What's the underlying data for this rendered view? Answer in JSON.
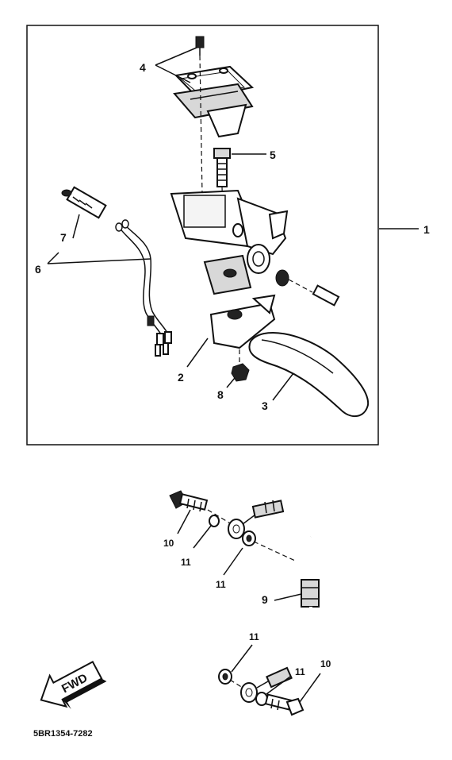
{
  "callouts": {
    "c1": "1",
    "c2": "2",
    "c3": "3",
    "c4": "4",
    "c5": "5",
    "c6": "6",
    "c7": "7",
    "c8": "8",
    "c9": "9",
    "c10a": "10",
    "c10b": "10",
    "c11a": "11",
    "c11b": "11",
    "c11c": "11",
    "c11d": "11"
  },
  "fwd_label": "FWD",
  "drawing_code": "5BR1354-7282"
}
